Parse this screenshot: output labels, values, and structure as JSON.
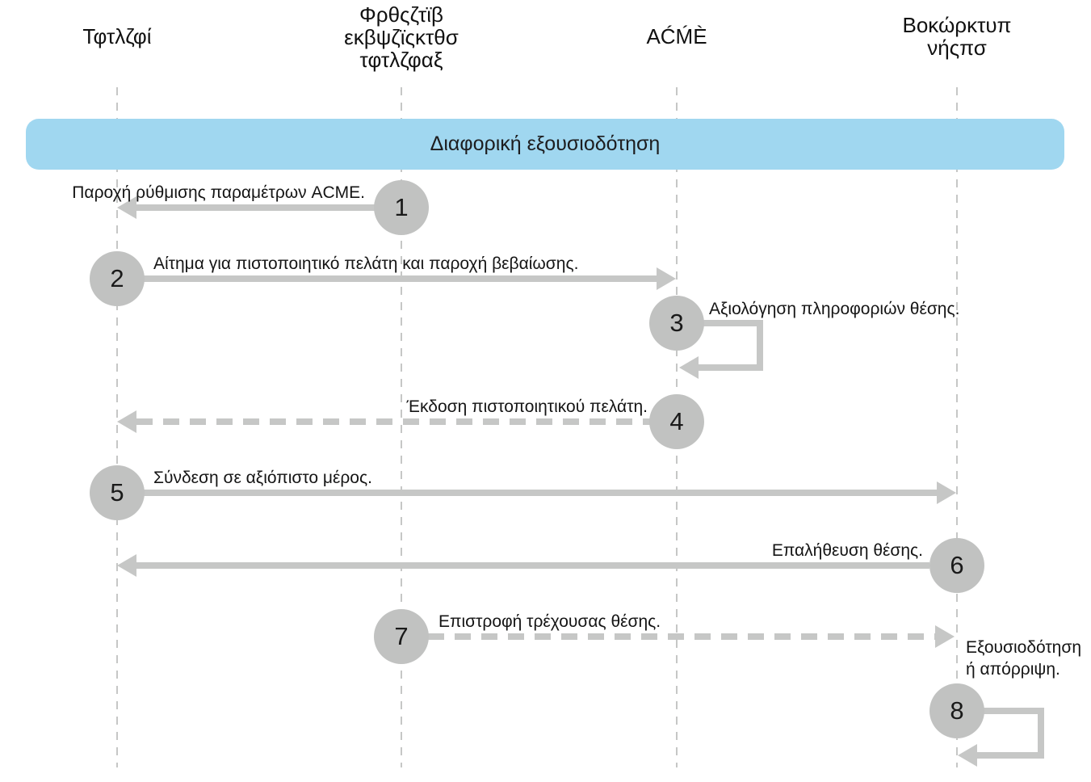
{
  "colors": {
    "banner_bg": "#a0d7f0",
    "circle_fill": "#c1c2c1",
    "arrow": "#c6c7c6",
    "text": "#151515"
  },
  "banner": {
    "title": "Διαφορική εξουσιοδότηση"
  },
  "lanes": [
    {
      "id": "lane-1",
      "lines": [
        "Τφτλζφί"
      ]
    },
    {
      "id": "lane-2",
      "lines": [
        "Φρθςζτϊβ",
        "εκβψζϊςκτθσ",
        "τφτλζφαξ"
      ]
    },
    {
      "id": "lane-3",
      "lines": [
        "ΑĆḾÈ"
      ]
    },
    {
      "id": "lane-4",
      "lines": [
        "Βοκώρκτυπ",
        "νήςπσ"
      ]
    }
  ],
  "steps": [
    {
      "number": "1",
      "label": "Παροχή ρύθμισης παραμέτρων ACME.",
      "from": "lane-2",
      "to": "lane-1",
      "line": "solid",
      "direction": "left"
    },
    {
      "number": "2",
      "label": "Αίτημα για πιστοποιητικό πελάτη και παροχή βεβαίωσης.",
      "from": "lane-1",
      "to": "lane-3",
      "line": "solid",
      "direction": "right"
    },
    {
      "number": "3",
      "label": "Αξιολόγηση πληροφοριών θέσης.",
      "from": "lane-3",
      "to": "lane-3",
      "line": "solid",
      "direction": "self-loop"
    },
    {
      "number": "4",
      "label": "Έκδοση πιστοποιητικού πελάτη.",
      "from": "lane-3",
      "to": "lane-1",
      "line": "dashed",
      "direction": "left"
    },
    {
      "number": "5",
      "label": "Σύνδεση σε αξιόπιστο μέρος.",
      "from": "lane-1",
      "to": "lane-4",
      "line": "solid",
      "direction": "right"
    },
    {
      "number": "6",
      "label": "Επαλήθευση θέσης.",
      "from": "lane-4",
      "to": "lane-1",
      "line": "solid",
      "direction": "left"
    },
    {
      "number": "7",
      "label": "Επιστροφή τρέχουσας θέσης.",
      "from": "lane-2",
      "to": "lane-4",
      "line": "dashed",
      "direction": "right"
    },
    {
      "number": "8",
      "label_lines": [
        "Εξουσιοδότηση",
        "ή απόρριψη."
      ],
      "from": "lane-4",
      "to": "lane-4",
      "line": "solid",
      "direction": "self-loop"
    }
  ]
}
